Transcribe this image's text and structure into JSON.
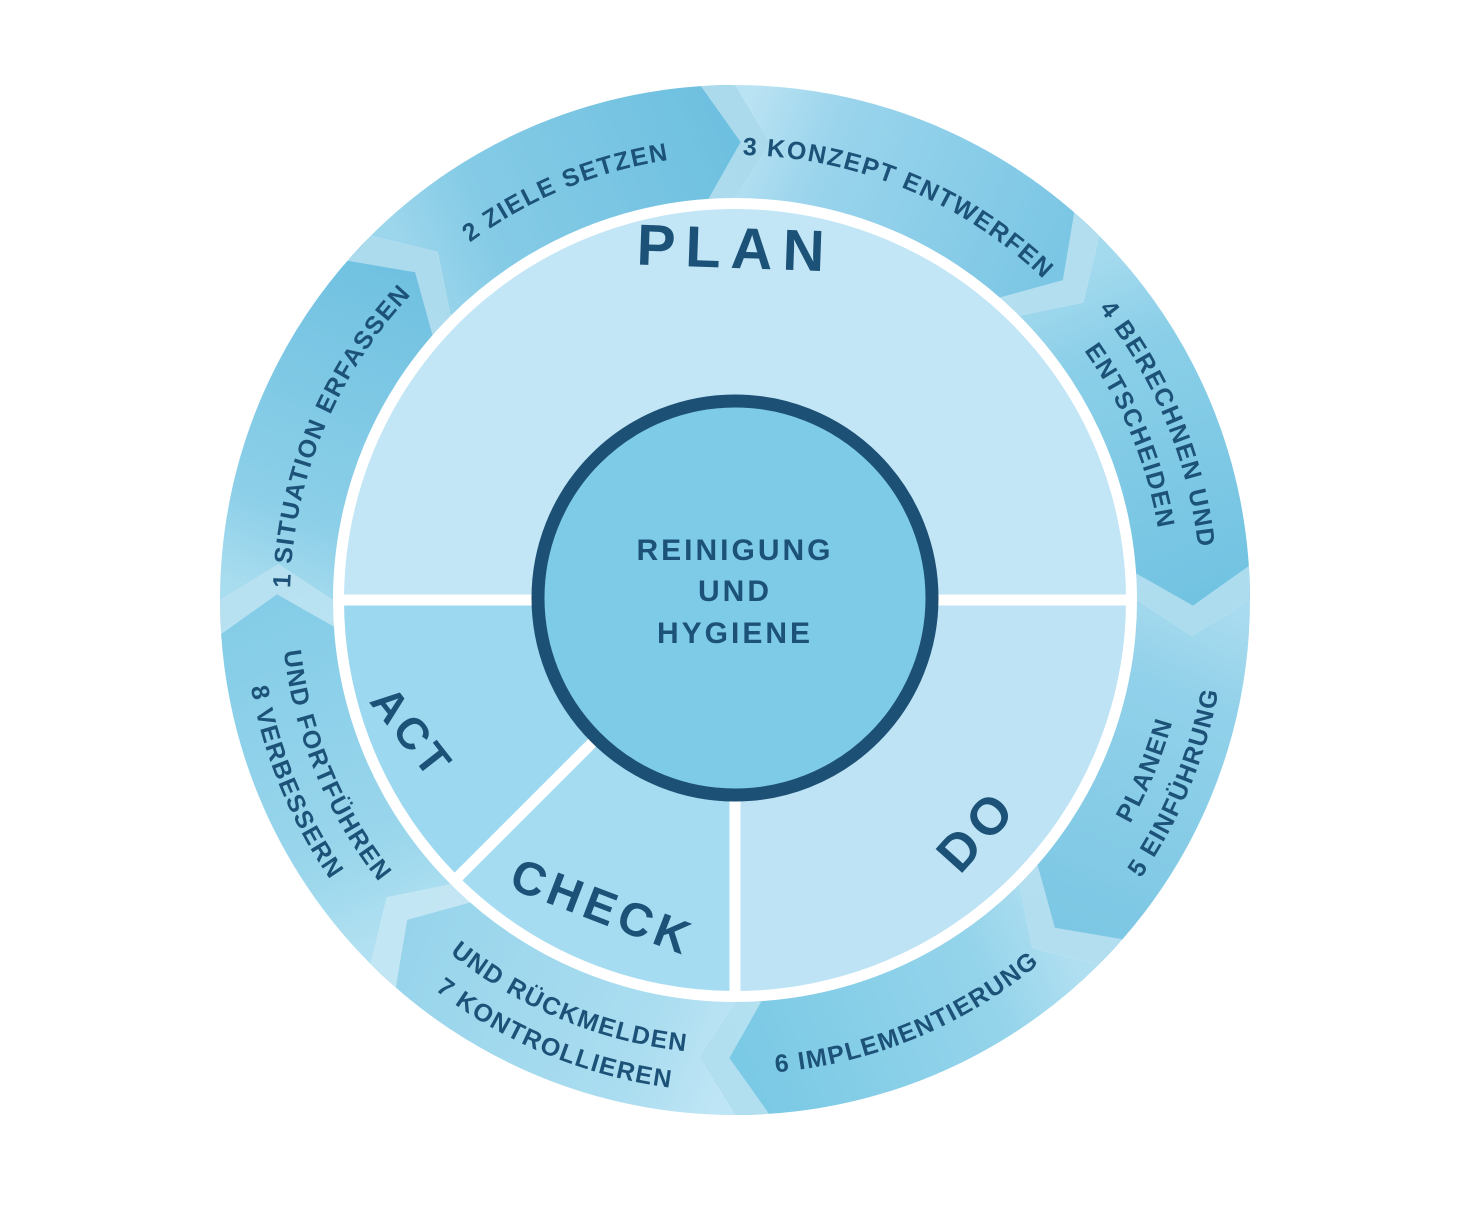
{
  "diagram": {
    "type": "pdca-cycle",
    "background": "#ffffff",
    "text_color": "#1d5278",
    "divider_color": "#ffffff",
    "center": {
      "lines": [
        "REINIGUNG",
        "UND",
        "HYGIENE"
      ],
      "fill": "#7ecbe8",
      "border": "#1d5075"
    },
    "quadrants": [
      {
        "label": "PLAN",
        "fill": "#c2e6f6"
      },
      {
        "label": "DO",
        "fill": "#bde3f5"
      },
      {
        "label": "CHECK",
        "fill": "#a6dcf1"
      },
      {
        "label": "ACT",
        "fill": "#9cd8ef"
      }
    ],
    "segments": [
      {
        "label_lines": [
          "1 SITUATION ERFASSEN"
        ],
        "color_start": "#a8dcef",
        "color_end": "#70c1e1"
      },
      {
        "label_lines": [
          "2 ZIELE SETZEN"
        ],
        "color_start": "#9cd6ec",
        "color_end": "#6ec0e0"
      },
      {
        "label_lines": [
          "3 KONZEPT ENTWERFEN"
        ],
        "color_start": "#b9e2f3",
        "color_end": "#7ac6e4"
      },
      {
        "label_lines": [
          "4 BERECHNEN UND",
          "ENTSCHEIDEN"
        ],
        "color_start": "#a4daee",
        "color_end": "#72c3e2"
      },
      {
        "label_lines": [
          "5 EINFÜHRUNG",
          "PLANEN"
        ],
        "color_start": "#a8dbef",
        "color_end": "#7cc7e4"
      },
      {
        "label_lines": [
          "6 IMPLEMENTIERUNG"
        ],
        "color_start": "#b0dff1",
        "color_end": "#7ac9e5"
      },
      {
        "label_lines": [
          "7 KONTROLLIEREN",
          "UND RÜCKMELDEN"
        ],
        "color_start": "#bee5f5",
        "color_end": "#97d4eb"
      },
      {
        "label_lines": [
          "8 VERBESSERN",
          "UND FORTFÜHREN"
        ],
        "color_start": "#b0e0f1",
        "color_end": "#84cce7"
      }
    ]
  }
}
